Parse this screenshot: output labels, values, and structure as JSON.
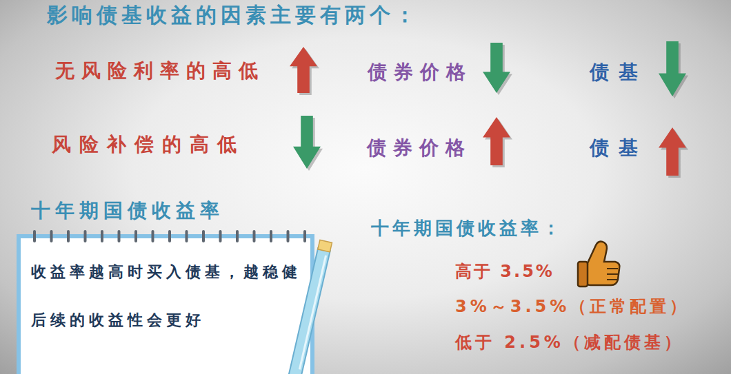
{
  "diagram": {
    "title": "影响债基收益的因素主要有两个：",
    "nodes": [
      {
        "text": [
          "十年期国债收益率",
          "收益率越高时买入债基，越稳健 后续的收益性会更好"
        ]
      }
    ],
    "labels": [
      "无风险利率的高低",
      "债券价格",
      "债基",
      "风险补偿的高低",
      "债券价格",
      "债基",
      "十年期国债收益率：",
      "高于 3.5%",
      "3%～3.5%（正常配置）",
      "低于 2.5%（减配债基）"
    ]
  }
}
